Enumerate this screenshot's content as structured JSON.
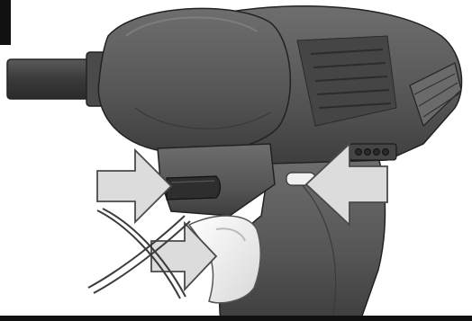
{
  "figure": {
    "subject": "impact-wrench-illustration",
    "colors": {
      "tool_body": "#5a5a5a",
      "tool_dark": "#333333",
      "tool_light": "#7a7a7a",
      "anvil": "#444444",
      "arrow_fill": "#dcdcdc",
      "arrow_stroke": "#4a4a4a",
      "trigger": "#f2f2f2",
      "background": "#ffffff",
      "frame": "#111111"
    },
    "icons": [
      "press-arrow",
      "press-arrow",
      "press-arrow",
      "x-mark"
    ]
  }
}
